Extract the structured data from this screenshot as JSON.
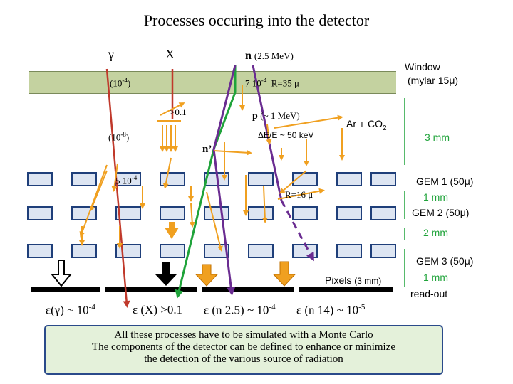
{
  "title": "Processes occuring into the detector",
  "particles": {
    "gamma": "γ",
    "x": "X",
    "n_prefix": "n",
    "n_energy": "(2.5 MeV)"
  },
  "labels": {
    "gamma_prob": "(10",
    "gamma_prob_exp": "-4",
    "gamma_prob_close": ")",
    "window_note": "7 10",
    "window_note_exp": "-4",
    "window_note_r": "R=35 μ",
    "x_gt": ">0.1",
    "proton": "p",
    "proton_energy": "(~ 1 MeV)",
    "gas": "Ar + CO",
    "gas_sub": "2",
    "de_e": "ΔE/E ~ 50 keV",
    "prob8": "(10",
    "prob8_exp": "-8",
    "prob8_close": ")",
    "n_prime": "n’",
    "gem_prob": "5 10",
    "gem_prob_exp": "-4",
    "r16": "R=16 μ",
    "pixels": "Pixels",
    "pixels_size": "(3 mm)"
  },
  "right_panel": {
    "window_line1": "Window",
    "window_line2": "(mylar 15μ)",
    "gap1": "3 mm",
    "gem1": "GEM 1 (50μ)",
    "gap2": "1 mm",
    "gem2": "GEM 2 (50μ)",
    "gap3": "2 mm",
    "gem3": "GEM 3 (50μ)",
    "gap4": "1 mm",
    "readout": "read-out"
  },
  "efficiencies": {
    "gamma": {
      "text": "ε(γ) ~ 10",
      "exp": "-4"
    },
    "x": {
      "text": "ε (X) >0.1"
    },
    "n25": {
      "text": "ε (n 2.5) ~ 10",
      "exp": "-4"
    },
    "n14": {
      "text": "ε (n 14) ~ 10",
      "exp": "-5"
    }
  },
  "conclusion": {
    "line1": "All these processes have to be simulated with a Monte Carlo",
    "line2": "The components of the detector can be defined to enhance or minimize",
    "line3": "the detection of the various source of radiation"
  },
  "colors": {
    "window": "#c4d2a0",
    "gem_fill": "#dde5f2",
    "gem_border": "#1f3f7a",
    "gamma_track": "#c0392b",
    "x_track": "#c0392b",
    "neutron_green": "#1fa33a",
    "neutron_purple": "#6a2c91",
    "secondary_orange": "#f0a020",
    "box_fill": "#e4f1da",
    "box_border": "#2a4a8a"
  }
}
